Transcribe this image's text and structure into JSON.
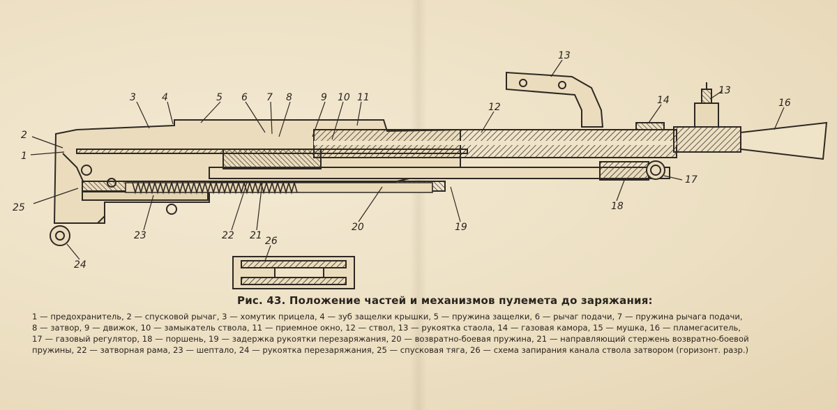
{
  "figure": {
    "labels": [
      "1",
      "2",
      "3",
      "4",
      "5",
      "6",
      "7",
      "8",
      "9",
      "10",
      "11",
      "12",
      "13",
      "13",
      "14",
      "16",
      "17",
      "18",
      "19",
      "20",
      "21",
      "22",
      "23",
      "24",
      "25",
      "26"
    ],
    "caption_title": "Рис. 43. Положение частей и механизмов пулемета до заряжания:",
    "legend_lines": [
      "1 — предохранитель, 2 — спусковой рычаг, 3 — хомутик прицела, 4 — зуб защелки крышки, 5 — пружина защелки, 6 — рычаг подачи, 7 — пружина рычага подачи,",
      "8 — затвор, 9 — движок, 10 — замыкатель ствола, 11 — приемное окно, 12 — ствол, 13 — рукоятка стаола, 14 — газовая камора, 15 — мушка, 16 — пламегаситель,",
      "17 — газовый регулятор, 18 — поршень, 19 — задержка рукоятки перезаряжания, 20 — возвратно-боевая пружина, 21 — направляющий стержень возвратно-боевой",
      "пружины, 22 — затворная рама, 23 — шептало, 24 — рукоятка перезаряжания, 25 — спусковая тяга, 26 — схема запирания канала ствола затвором (горизонт. разр.)"
    ]
  },
  "colors": {
    "paper": "#efe3c8",
    "ink": "#2a241e"
  }
}
